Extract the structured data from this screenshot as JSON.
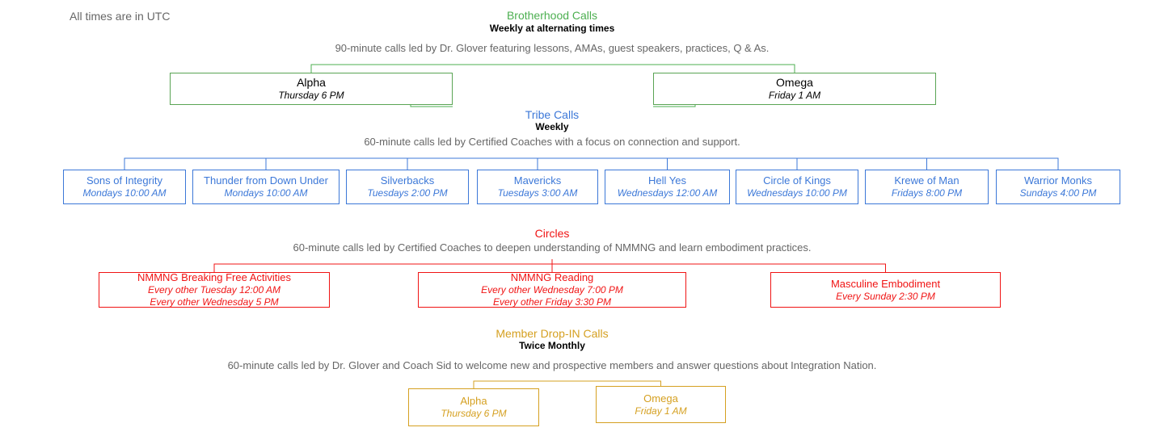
{
  "note": "All times are in UTC",
  "colors": {
    "green": "#4caf50",
    "greenbox": "#5aa454",
    "blue": "#3c78d8",
    "red": "#f01414",
    "gold": "#d5a021",
    "gray": "#666666"
  },
  "sections": {
    "brotherhood": {
      "title": "Brotherhood Calls",
      "subtitle": "Weekly at alternating times",
      "description": "90-minute calls led by Dr. Glover featuring lessons, AMAs, guest speakers, practices, Q & As.",
      "boxes": [
        {
          "title": "Alpha",
          "times": [
            "Thursday 6 PM"
          ]
        },
        {
          "title": "Omega",
          "times": [
            "Friday 1 AM"
          ]
        }
      ]
    },
    "tribe": {
      "title": "Tribe Calls",
      "subtitle": "Weekly",
      "description": "60-minute calls led by Certified Coaches with a focus on connection and support.",
      "boxes": [
        {
          "title": "Sons of Integrity",
          "times": [
            "Mondays 10:00 AM"
          ]
        },
        {
          "title": "Thunder from Down Under",
          "times": [
            "Mondays 10:00 AM"
          ]
        },
        {
          "title": "Silverbacks",
          "times": [
            "Tuesdays 2:00 PM"
          ]
        },
        {
          "title": "Mavericks",
          "times": [
            "Tuesdays 3:00 AM"
          ]
        },
        {
          "title": "Hell Yes",
          "times": [
            "Wednesdays 12:00 AM"
          ]
        },
        {
          "title": "Circle of Kings",
          "times": [
            "Wednesdays 10:00 PM"
          ]
        },
        {
          "title": "Krewe of Man",
          "times": [
            "Fridays 8:00 PM"
          ]
        },
        {
          "title": "Warrior Monks",
          "times": [
            "Sundays 4:00 PM"
          ]
        }
      ]
    },
    "circles": {
      "title": "Circles",
      "description": "60-minute calls led by Certified Coaches to deepen understanding of NMMNG and learn embodiment practices.",
      "boxes": [
        {
          "title": "NMMNG Breaking Free Activities",
          "times": [
            "Every other Tuesday 12:00 AM",
            "Every other Wednesday 5 PM"
          ]
        },
        {
          "title": "NMMNG Reading",
          "times": [
            "Every other Wednesday 7:00 PM",
            "Every other Friday 3:30 PM"
          ]
        },
        {
          "title": "Masculine Embodiment",
          "times": [
            "Every Sunday 2:30 PM"
          ]
        }
      ]
    },
    "dropin": {
      "title": "Member Drop-IN Calls",
      "subtitle": "Twice Monthly",
      "description": "60-minute calls led by Dr. Glover and Coach Sid to welcome new and prospective members and answer questions about Integration Nation.",
      "boxes": [
        {
          "title": "Alpha",
          "times": [
            "Thursday 6 PM"
          ]
        },
        {
          "title": "Omega",
          "times": [
            "Friday 1 AM"
          ]
        }
      ]
    }
  }
}
